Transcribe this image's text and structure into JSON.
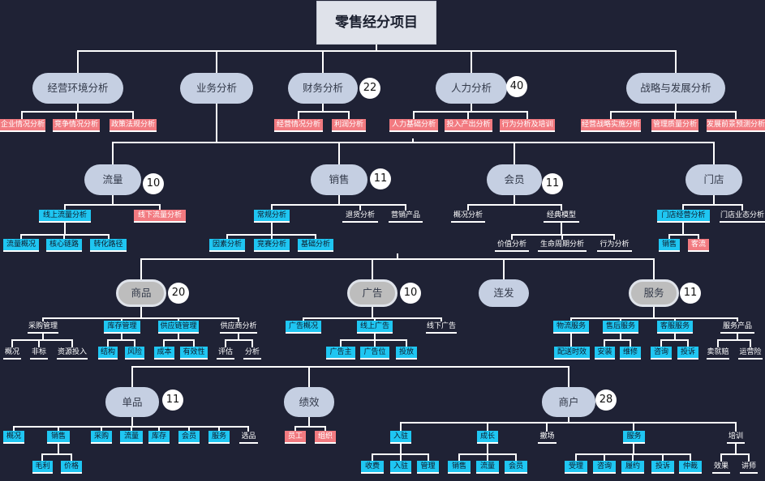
{
  "root": {
    "title": "零售经分项目"
  },
  "env": {
    "label": "经营环境分析",
    "children": [
      "企业情况分析",
      "竞争情况分析",
      "政策法规分析"
    ]
  },
  "business": {
    "label": "业务分析"
  },
  "finance": {
    "label": "财务分析",
    "badge": "22",
    "children": [
      "经营情况分析",
      "利润分析"
    ]
  },
  "hr": {
    "label": "人力分析",
    "badge": "40",
    "children": [
      "人力基础分析",
      "投入产出分析",
      "行为分析及培训"
    ]
  },
  "strategy": {
    "label": "战略与发展分析",
    "children": [
      "经营战略实施分析",
      "管理质量分析",
      "发展前景预测分析"
    ]
  },
  "traffic": {
    "label": "流量",
    "badge": "10",
    "online": "线上流量分析",
    "online_children": [
      "流量概况",
      "核心链路",
      "转化路径"
    ],
    "offline": "线下流量分析"
  },
  "sales": {
    "label": "销售",
    "badge": "11",
    "regular": "常规分析",
    "regular_children": [
      "因素分析",
      "竞赛分析",
      "基础分析"
    ],
    "returns": "退货分析",
    "marketing": "营销产品"
  },
  "member": {
    "label": "会员",
    "badge": "11",
    "overview": "概况分析",
    "model": "经典模型",
    "model_children": [
      "价值分析",
      "生命周期分析",
      "行为分析"
    ]
  },
  "store": {
    "label": "门店",
    "operation": "门店经营分析",
    "operation_children": [
      "销售",
      "客流"
    ],
    "format": "门店业态分析"
  },
  "product": {
    "label": "商品",
    "badge": "20",
    "children": [
      {
        "label": "采购管理",
        "children": [
          "概况",
          "非标",
          "资源投入"
        ]
      },
      {
        "label": "库存管理",
        "children": [
          "结构",
          "风险"
        ]
      },
      {
        "label": "供应链管理",
        "children": [
          "成本",
          "有效性"
        ]
      },
      {
        "label": "供应商分析",
        "children": [
          "评估",
          "分析"
        ]
      }
    ]
  },
  "ads": {
    "label": "广告",
    "badge": "10",
    "children": [
      {
        "label": "广告概况"
      },
      {
        "label": "线上广告",
        "children": [
          "广告主",
          "广告位",
          "投放"
        ]
      },
      {
        "label": "线下广告"
      }
    ]
  },
  "lianfa": {
    "label": "连发"
  },
  "service": {
    "label": "服务",
    "badge": "11",
    "children": [
      {
        "label": "物流服务",
        "children": [
          "配送时效"
        ]
      },
      {
        "label": "售后服务",
        "children": [
          "安装",
          "维修"
        ]
      },
      {
        "label": "客服服务",
        "children": [
          "咨询",
          "投诉"
        ]
      },
      {
        "label": "服务产品",
        "children": [
          "卖就赔",
          "运营险"
        ]
      }
    ]
  },
  "sku": {
    "label": "单品",
    "badge": "11",
    "children": [
      {
        "label": "概况"
      },
      {
        "label": "销售",
        "children": [
          "毛利",
          "价格"
        ]
      },
      {
        "label": "采购"
      },
      {
        "label": "流量"
      },
      {
        "label": "库存"
      },
      {
        "label": "会员"
      },
      {
        "label": "服务"
      },
      {
        "label": "选品"
      }
    ]
  },
  "performance": {
    "label": "绩效",
    "children": [
      "员工",
      "组织"
    ]
  },
  "merchant": {
    "label": "商户",
    "badge": "28",
    "children": [
      {
        "label": "入驻",
        "children": [
          "收费",
          "入驻",
          "管理"
        ]
      },
      {
        "label": "成长",
        "children": [
          "销售",
          "流量",
          "会员"
        ]
      },
      {
        "label": "撤场"
      },
      {
        "label": "服务",
        "children": [
          "受理",
          "咨询",
          "履约",
          "投诉",
          "仲裁"
        ]
      },
      {
        "label": "培训",
        "children": [
          "效果",
          "讲师"
        ]
      }
    ]
  },
  "colors": {
    "background": "#1f2235",
    "pill": "#c5cfe2",
    "pill_gray": "#bdbdbd",
    "cyan": "#1fc6f2",
    "pink": "#f27a80",
    "line": "#ffffff"
  }
}
